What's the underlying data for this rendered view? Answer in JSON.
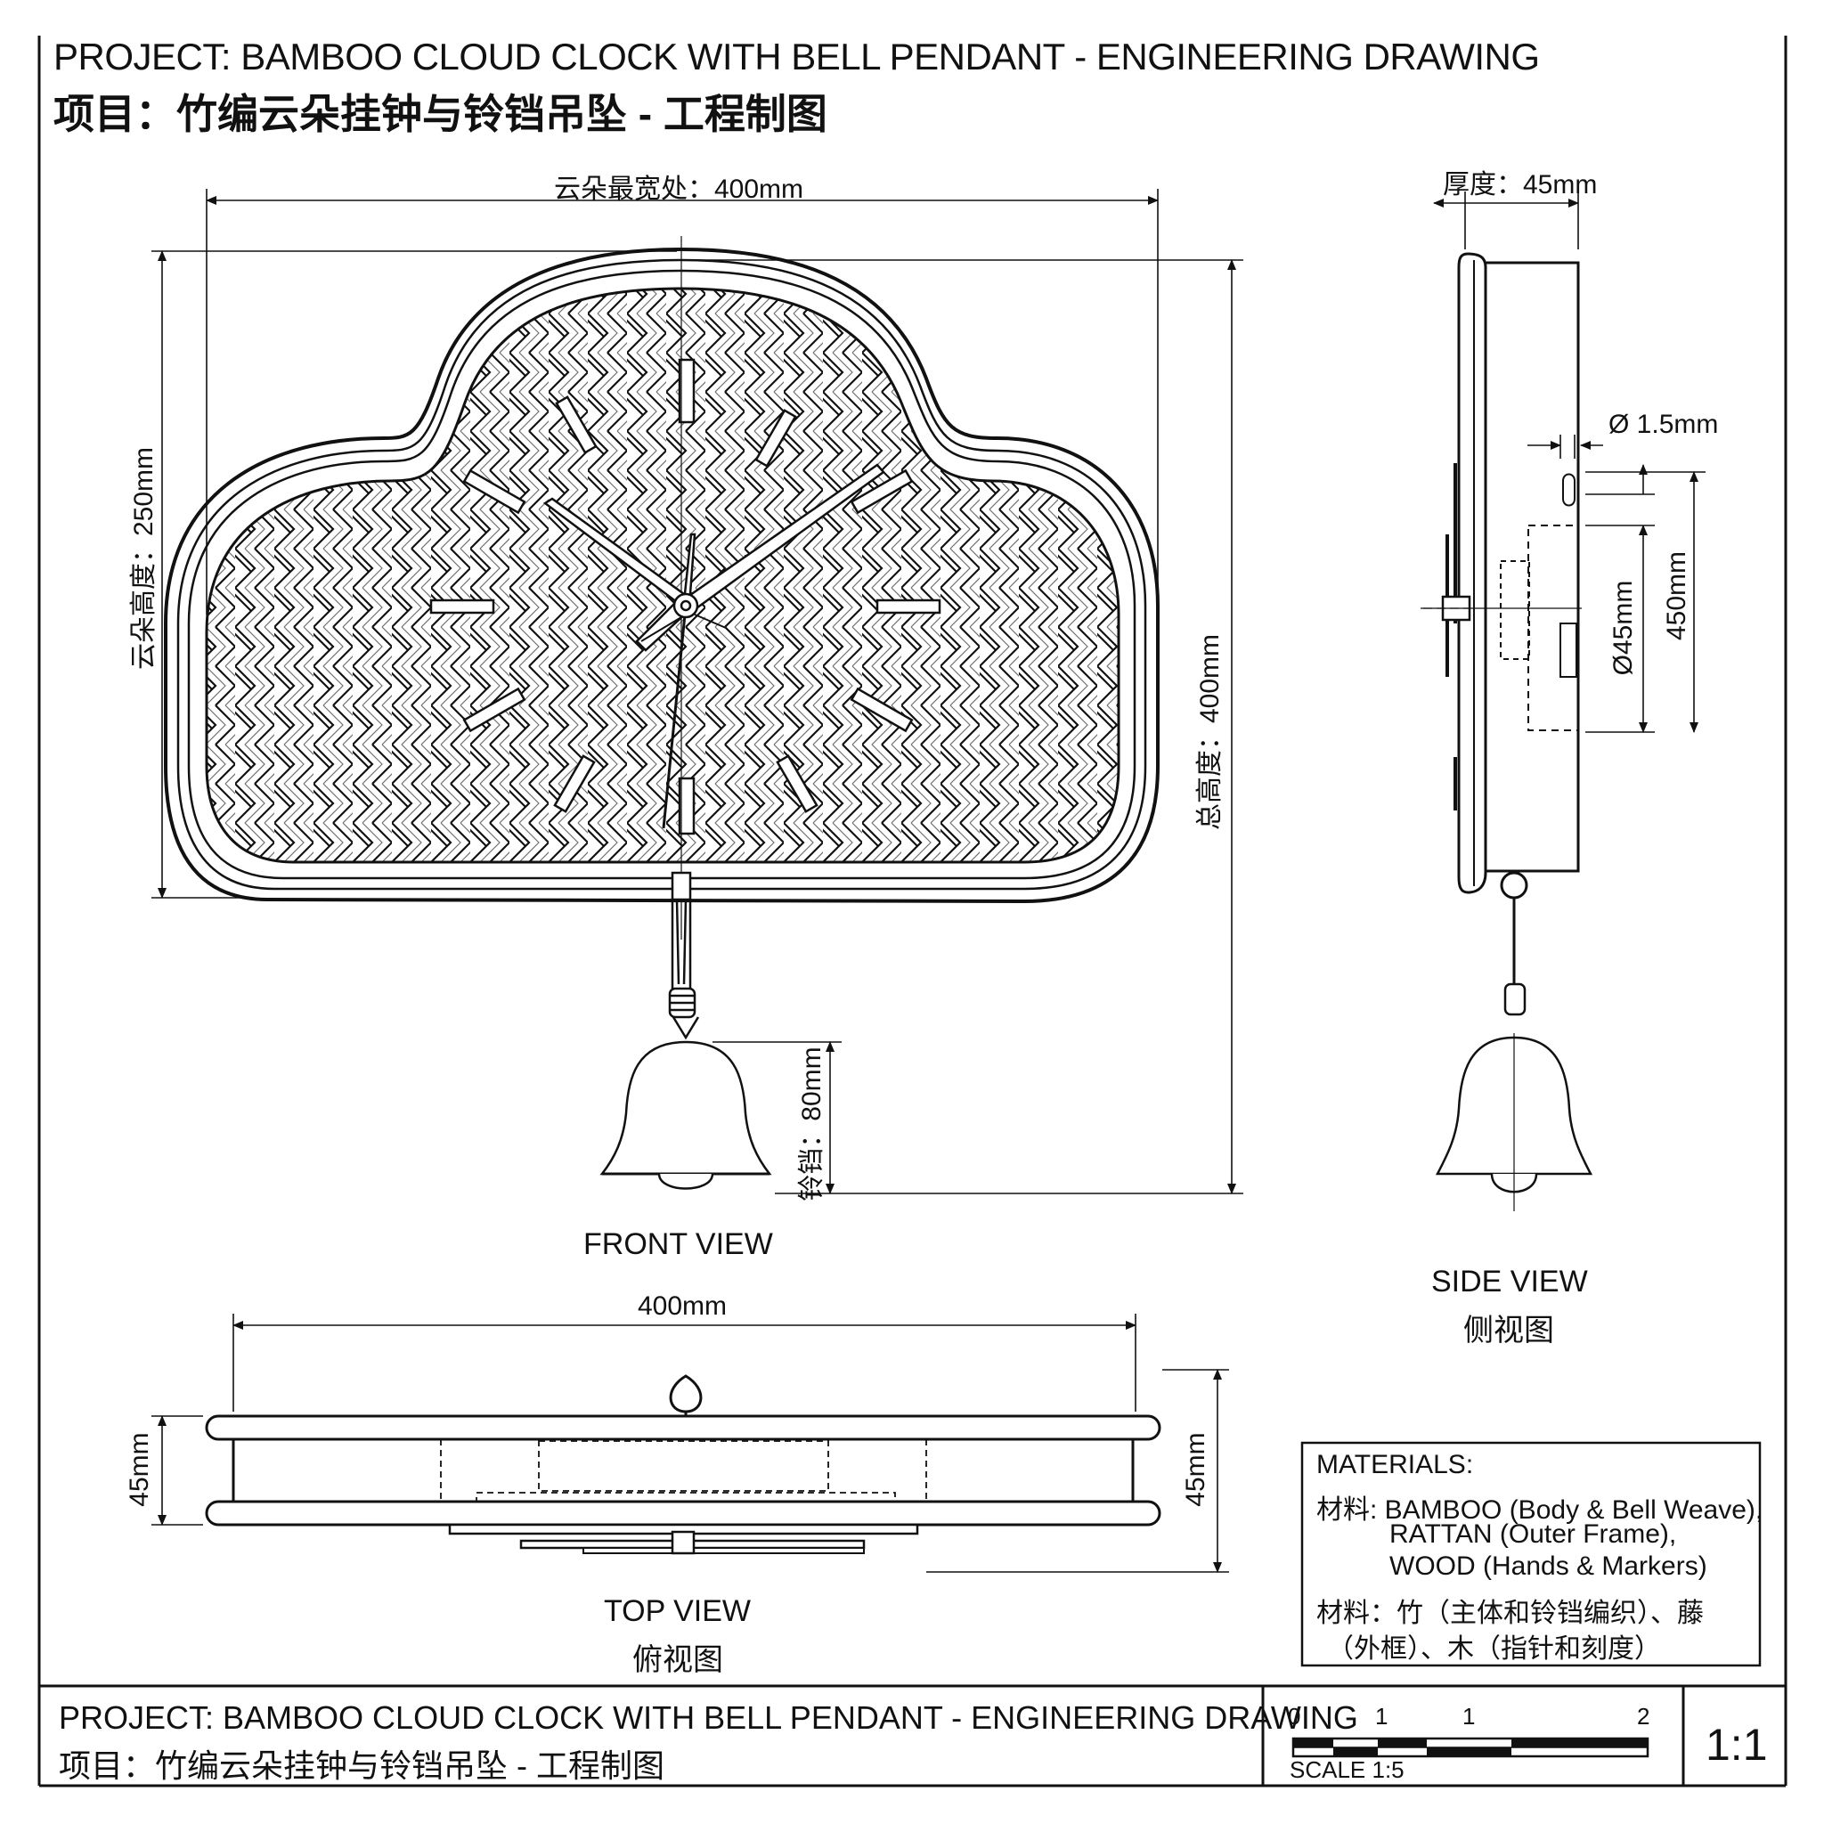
{
  "header": {
    "title_en": "PROJECT: BAMBOO CLOUD CLOCK WITH BELL PENDANT - ENGINEERING DRAWING",
    "title_cn": "项目：竹编云朵挂钟与铃铛吊坠 - 工程制图"
  },
  "front_view": {
    "label": "FRONT VIEW",
    "dim_cloud_width": "云朵最宽处：400mm",
    "dim_cloud_height": "云朵高度：250mm",
    "dim_total_height": "总高度：400mm",
    "dim_bell": "铃铛：80mm"
  },
  "side_view": {
    "label_en": "SIDE VIEW",
    "label_cn": "侧视图",
    "dim_thickness": "厚度：45mm",
    "dim_hole": "Ø 1.5mm",
    "dim_movement": "Ø45mm",
    "dim_height": "450mm"
  },
  "top_view": {
    "label_en": "TOP VIEW",
    "label_cn": "俯视图",
    "dim_width": "400mm",
    "dim_depth_left": "45mm",
    "dim_depth_right": "45mm"
  },
  "materials": {
    "heading": "MATERIALS:",
    "en_line1": "材料: BAMBOO (Body & Bell Weave),",
    "en_line2": "RATTAN (Outer Frame),",
    "en_line3": "WOOD (Hands & Markers)",
    "cn_line1": "材料：竹（主体和铃铛编织）、藤",
    "cn_line2": "（外框）、木（指针和刻度）"
  },
  "title_block": {
    "project_en": "PROJECT: BAMBOO CLOUD CLOCK WITH BELL PENDANT - ENGINEERING DRAWING",
    "project_cn": "项目：竹编云朵挂钟与铃铛吊坠 - 工程制图",
    "scale_ticks": [
      "0",
      "1",
      "1",
      "2"
    ],
    "scale_label": "SCALE 1:5",
    "ratio": "1:1"
  },
  "colors": {
    "ink": "#111111",
    "paper": "#ffffff"
  }
}
